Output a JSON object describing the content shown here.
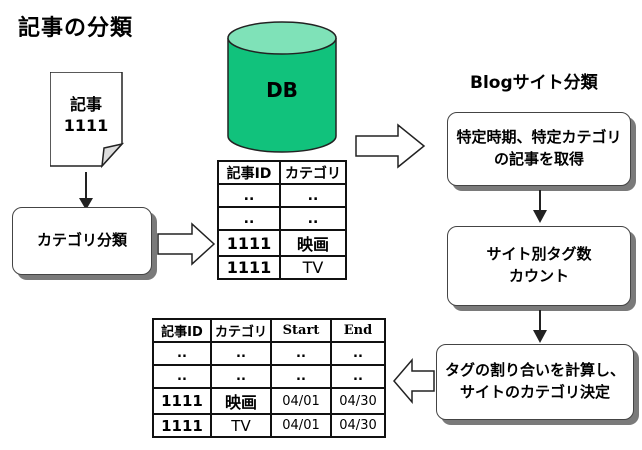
{
  "title": "記事の分類",
  "subtitle": "Blogサイト分類",
  "document": {
    "line1": "記事",
    "line2": "1111"
  },
  "database": {
    "label": "DB"
  },
  "db_table": {
    "headers": [
      "記事ID",
      "カテゴリ"
    ],
    "rows": [
      [
        "..",
        ".."
      ],
      [
        "..",
        ".."
      ],
      [
        "1111",
        "映画"
      ],
      [
        "1111",
        "TV"
      ]
    ]
  },
  "left_process": {
    "label": "カテゴリ分類"
  },
  "flow": [
    {
      "line1": "特定時期、特定カテゴリ",
      "line2": "の記事を取得"
    },
    {
      "line1": "サイト別タグ数",
      "line2": "カウント"
    },
    {
      "line1": "タグの割り合いを計算し、",
      "line2": "サイトのカテゴリ決定"
    }
  ],
  "result_table": {
    "headers": [
      "記事ID",
      "カテゴリ",
      "Start",
      "End"
    ],
    "rows": [
      [
        "..",
        "..",
        "..",
        ".."
      ],
      [
        "..",
        "..",
        "..",
        ".."
      ],
      [
        "1111",
        "映画",
        "04/01",
        "04/30"
      ],
      [
        "1111",
        "TV",
        "04/01",
        "04/30"
      ]
    ]
  },
  "colors": {
    "db_fill": "#11c27c",
    "db_top": "#7fe2b8",
    "shadow": "#7a7a7a"
  }
}
